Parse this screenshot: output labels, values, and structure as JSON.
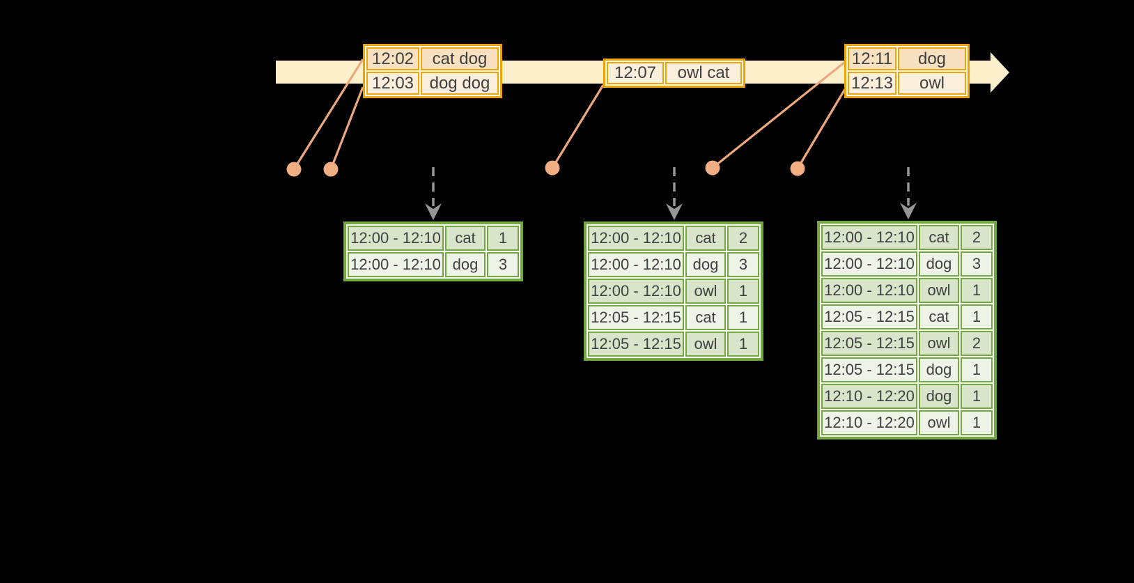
{
  "canvas": {
    "background": "#000000"
  },
  "palette": {
    "timeline_fill": "#FCEFCB",
    "event_border": "#F0A400",
    "event_row_dark": "#F8E1C1",
    "event_row_light": "#FCF0DD",
    "connector": "#EDA87E",
    "dot": "#F0AE82",
    "trigger_arrow": "#979797",
    "result_border": "#73A73F",
    "result_row_dark": "#D9E5CA",
    "result_row_light": "#EEF3E8",
    "text": "#3F3F3F"
  },
  "timeline": {
    "event_tables": [
      {
        "name": "events at 12:02 and 12:03",
        "rows": [
          [
            "12:02",
            "cat dog"
          ],
          [
            "12:03",
            "dog dog"
          ]
        ]
      },
      {
        "name": "event at 12:07",
        "rows": [
          [
            "12:07",
            "owl cat"
          ]
        ]
      },
      {
        "name": "events at 12:11 and 12:13",
        "rows": [
          [
            "12:11",
            "dog"
          ],
          [
            "12:13",
            "owl"
          ]
        ]
      }
    ]
  },
  "result_tables": [
    {
      "name": "result table after first trigger",
      "rows": [
        [
          "12:00 - 12:10",
          "cat",
          "1"
        ],
        [
          "12:00 - 12:10",
          "dog",
          "3"
        ]
      ]
    },
    {
      "name": "result table after second trigger",
      "rows": [
        [
          "12:00 - 12:10",
          "cat",
          "2"
        ],
        [
          "12:00 - 12:10",
          "dog",
          "3"
        ],
        [
          "12:00 - 12:10",
          "owl",
          "1"
        ],
        [
          "12:05 - 12:15",
          "cat",
          "1"
        ],
        [
          "12:05 - 12:15",
          "owl",
          "1"
        ]
      ]
    },
    {
      "name": "result table after third trigger",
      "rows": [
        [
          "12:00 - 12:10",
          "cat",
          "2"
        ],
        [
          "12:00 - 12:10",
          "dog",
          "3"
        ],
        [
          "12:00 - 12:10",
          "owl",
          "1"
        ],
        [
          "12:05 - 12:15",
          "cat",
          "1"
        ],
        [
          "12:05 - 12:15",
          "owl",
          "2"
        ],
        [
          "12:05 - 12:15",
          "dog",
          "1"
        ],
        [
          "12:10 - 12:20",
          "dog",
          "1"
        ],
        [
          "12:10 - 12:20",
          "owl",
          "1"
        ]
      ]
    }
  ]
}
